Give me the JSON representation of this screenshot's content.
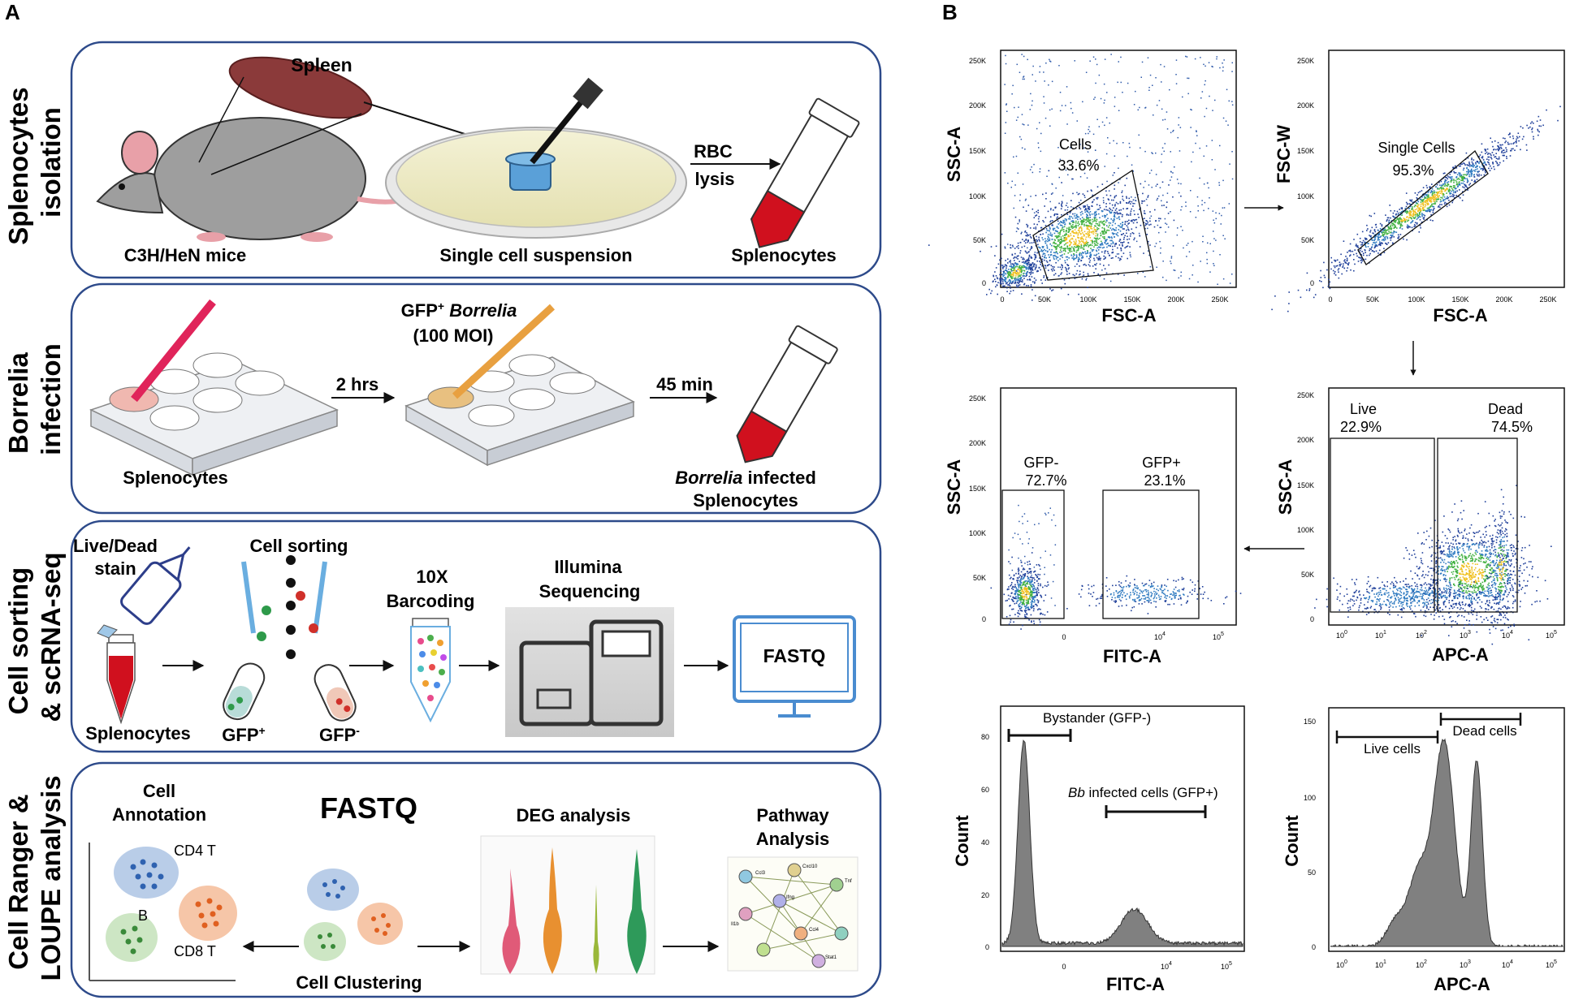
{
  "panel_a": {
    "letter": "A",
    "row1": {
      "side_label_1": "Splenocytes",
      "side_label_2": "isolation",
      "spleen": "Spleen",
      "mouse": "C3H/HeN mice",
      "suspension": "Single cell suspension",
      "rbc_1": "RBC",
      "rbc_2": "lysis",
      "tube": "Splenocytes"
    },
    "row2": {
      "side_label_1": "Borrelia",
      "side_label_2": "infection",
      "gfp_prefix": "GFP",
      "gfp_sup": "+",
      "gfp_name": " Borrelia",
      "moi": "(100 MOI)",
      "step1": "2 hrs",
      "step2": "45 min",
      "plate": "Splenocytes",
      "tube_name": "Borrelia",
      "tube_rest": " infected",
      "tube_line2": "Splenocytes"
    },
    "row3": {
      "side_label_1": "Cell sorting",
      "side_label_2": "& scRNA-seq",
      "stain_1": "Live/Dead",
      "stain_2": "stain",
      "sorting": "Cell sorting",
      "barcoding_1": "10X",
      "barcoding_2": "Barcoding",
      "illumina_1": "Illumina",
      "illumina_2": "Sequencing",
      "fastq": "FASTQ",
      "tube": "Splenocytes",
      "gfp_pos": "GFP",
      "gfp_pos_sup": "+",
      "gfp_neg": "GFP",
      "gfp_neg_sup": "-"
    },
    "row4": {
      "side_label_1": "Cell Ranger &",
      "side_label_2": "LOUPE analysis",
      "annot_1": "Cell",
      "annot_2": "Annotation",
      "fastq": "FASTQ",
      "deg": "DEG analysis",
      "pathway_1": "Pathway",
      "pathway_2": "Analysis",
      "cd4": "CD4 T",
      "b": "B",
      "cd8": "CD8 T",
      "clustering": "Cell Clustering",
      "genes": [
        "Ccl3",
        "Cxcl10",
        "Tnf",
        "Il1b",
        "Ifng",
        "Ccl4",
        "Stat1"
      ]
    }
  },
  "panel_b": {
    "letter": "B",
    "plot1": {
      "ylabel": "SSC-A",
      "xlabel": "FSC-A",
      "gate": "Cells",
      "pct": "33.6%",
      "yticks": [
        "250K",
        "200K",
        "150K",
        "100K",
        "50K",
        "0"
      ],
      "xticks": [
        "0",
        "50K",
        "100K",
        "150K",
        "200K",
        "250K"
      ]
    },
    "plot2": {
      "ylabel": "FSC-W",
      "xlabel": "FSC-A",
      "gate": "Single Cells",
      "pct": "95.3%",
      "yticks": [
        "250K",
        "200K",
        "150K",
        "100K",
        "50K",
        "0"
      ],
      "xticks": [
        "0",
        "50K",
        "100K",
        "150K",
        "200K",
        "250K"
      ]
    },
    "plot3": {
      "ylabel": "SSC-A",
      "xlabel": "APC-A",
      "gate_a": "Live",
      "pct_a": "22.9%",
      "gate_b": "Dead",
      "pct_b": "74.5%",
      "yticks": [
        "250K",
        "200K",
        "150K",
        "100K",
        "50K",
        "0"
      ]
    },
    "plot4": {
      "ylabel": "SSC-A",
      "xlabel": "FITC-A",
      "gate_a": "GFP-",
      "pct_a": "72.7%",
      "gate_b": "GFP+",
      "pct_b": "23.1%",
      "yticks": [
        "250K",
        "200K",
        "150K",
        "100K",
        "50K",
        "0"
      ]
    },
    "plot5": {
      "ylabel": "Count",
      "xlabel": "FITC-A",
      "range_a": "Bystander (GFP-)",
      "range_b_italic": "Bb",
      "range_b": " infected cells (GFP+)",
      "yticks": [
        "80",
        "60",
        "40",
        "20",
        "0"
      ]
    },
    "plot6": {
      "ylabel": "Count",
      "xlabel": "APC-A",
      "range_a": "Live cells",
      "range_b": "Dead cells",
      "yticks": [
        "150",
        "100",
        "50",
        "0"
      ]
    },
    "log_ticks": {
      "base": "10",
      "exps": [
        "0",
        "1",
        "2",
        "3",
        "4",
        "5"
      ]
    },
    "fitc_ticks": {
      "zero": "0",
      "base": "10",
      "exps": [
        "4",
        "5"
      ]
    }
  },
  "colors": {
    "box": "#2d4a8a",
    "spleen": "#8b3a3a",
    "red": "#d0101e",
    "blue_cluster": "#b9cde8",
    "orange_cluster": "#f6c6a8",
    "green_cluster": "#cde6c4",
    "hist": "#808080"
  }
}
